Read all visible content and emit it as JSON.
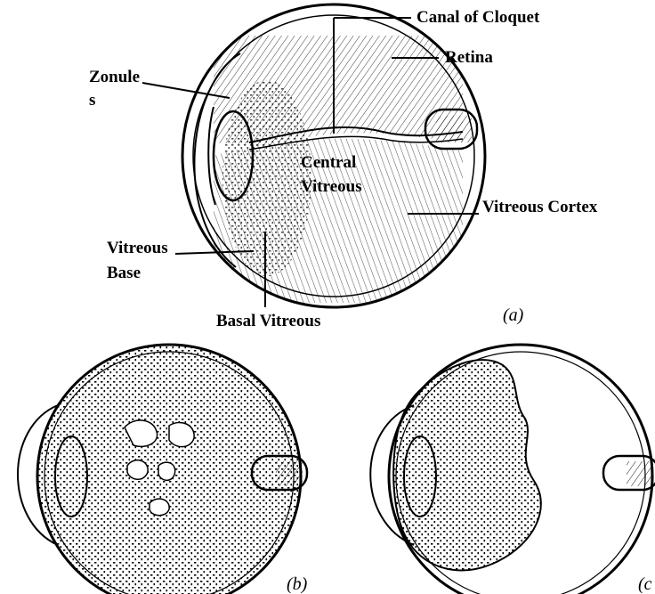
{
  "labels": {
    "canal": "Canal of Cloquet",
    "retina": "Retina",
    "zonule_line1": "Zonule",
    "zonule_line2": "s",
    "central_line1": "Central",
    "central_line2": "Vitreous",
    "cortex": "Vitreous Cortex",
    "base_line1": "Vitreous",
    "base_line2": "Base",
    "basal": "Basal Vitreous"
  },
  "panels": {
    "a": "(a)",
    "b": "(b)",
    "c": "(c"
  }
}
